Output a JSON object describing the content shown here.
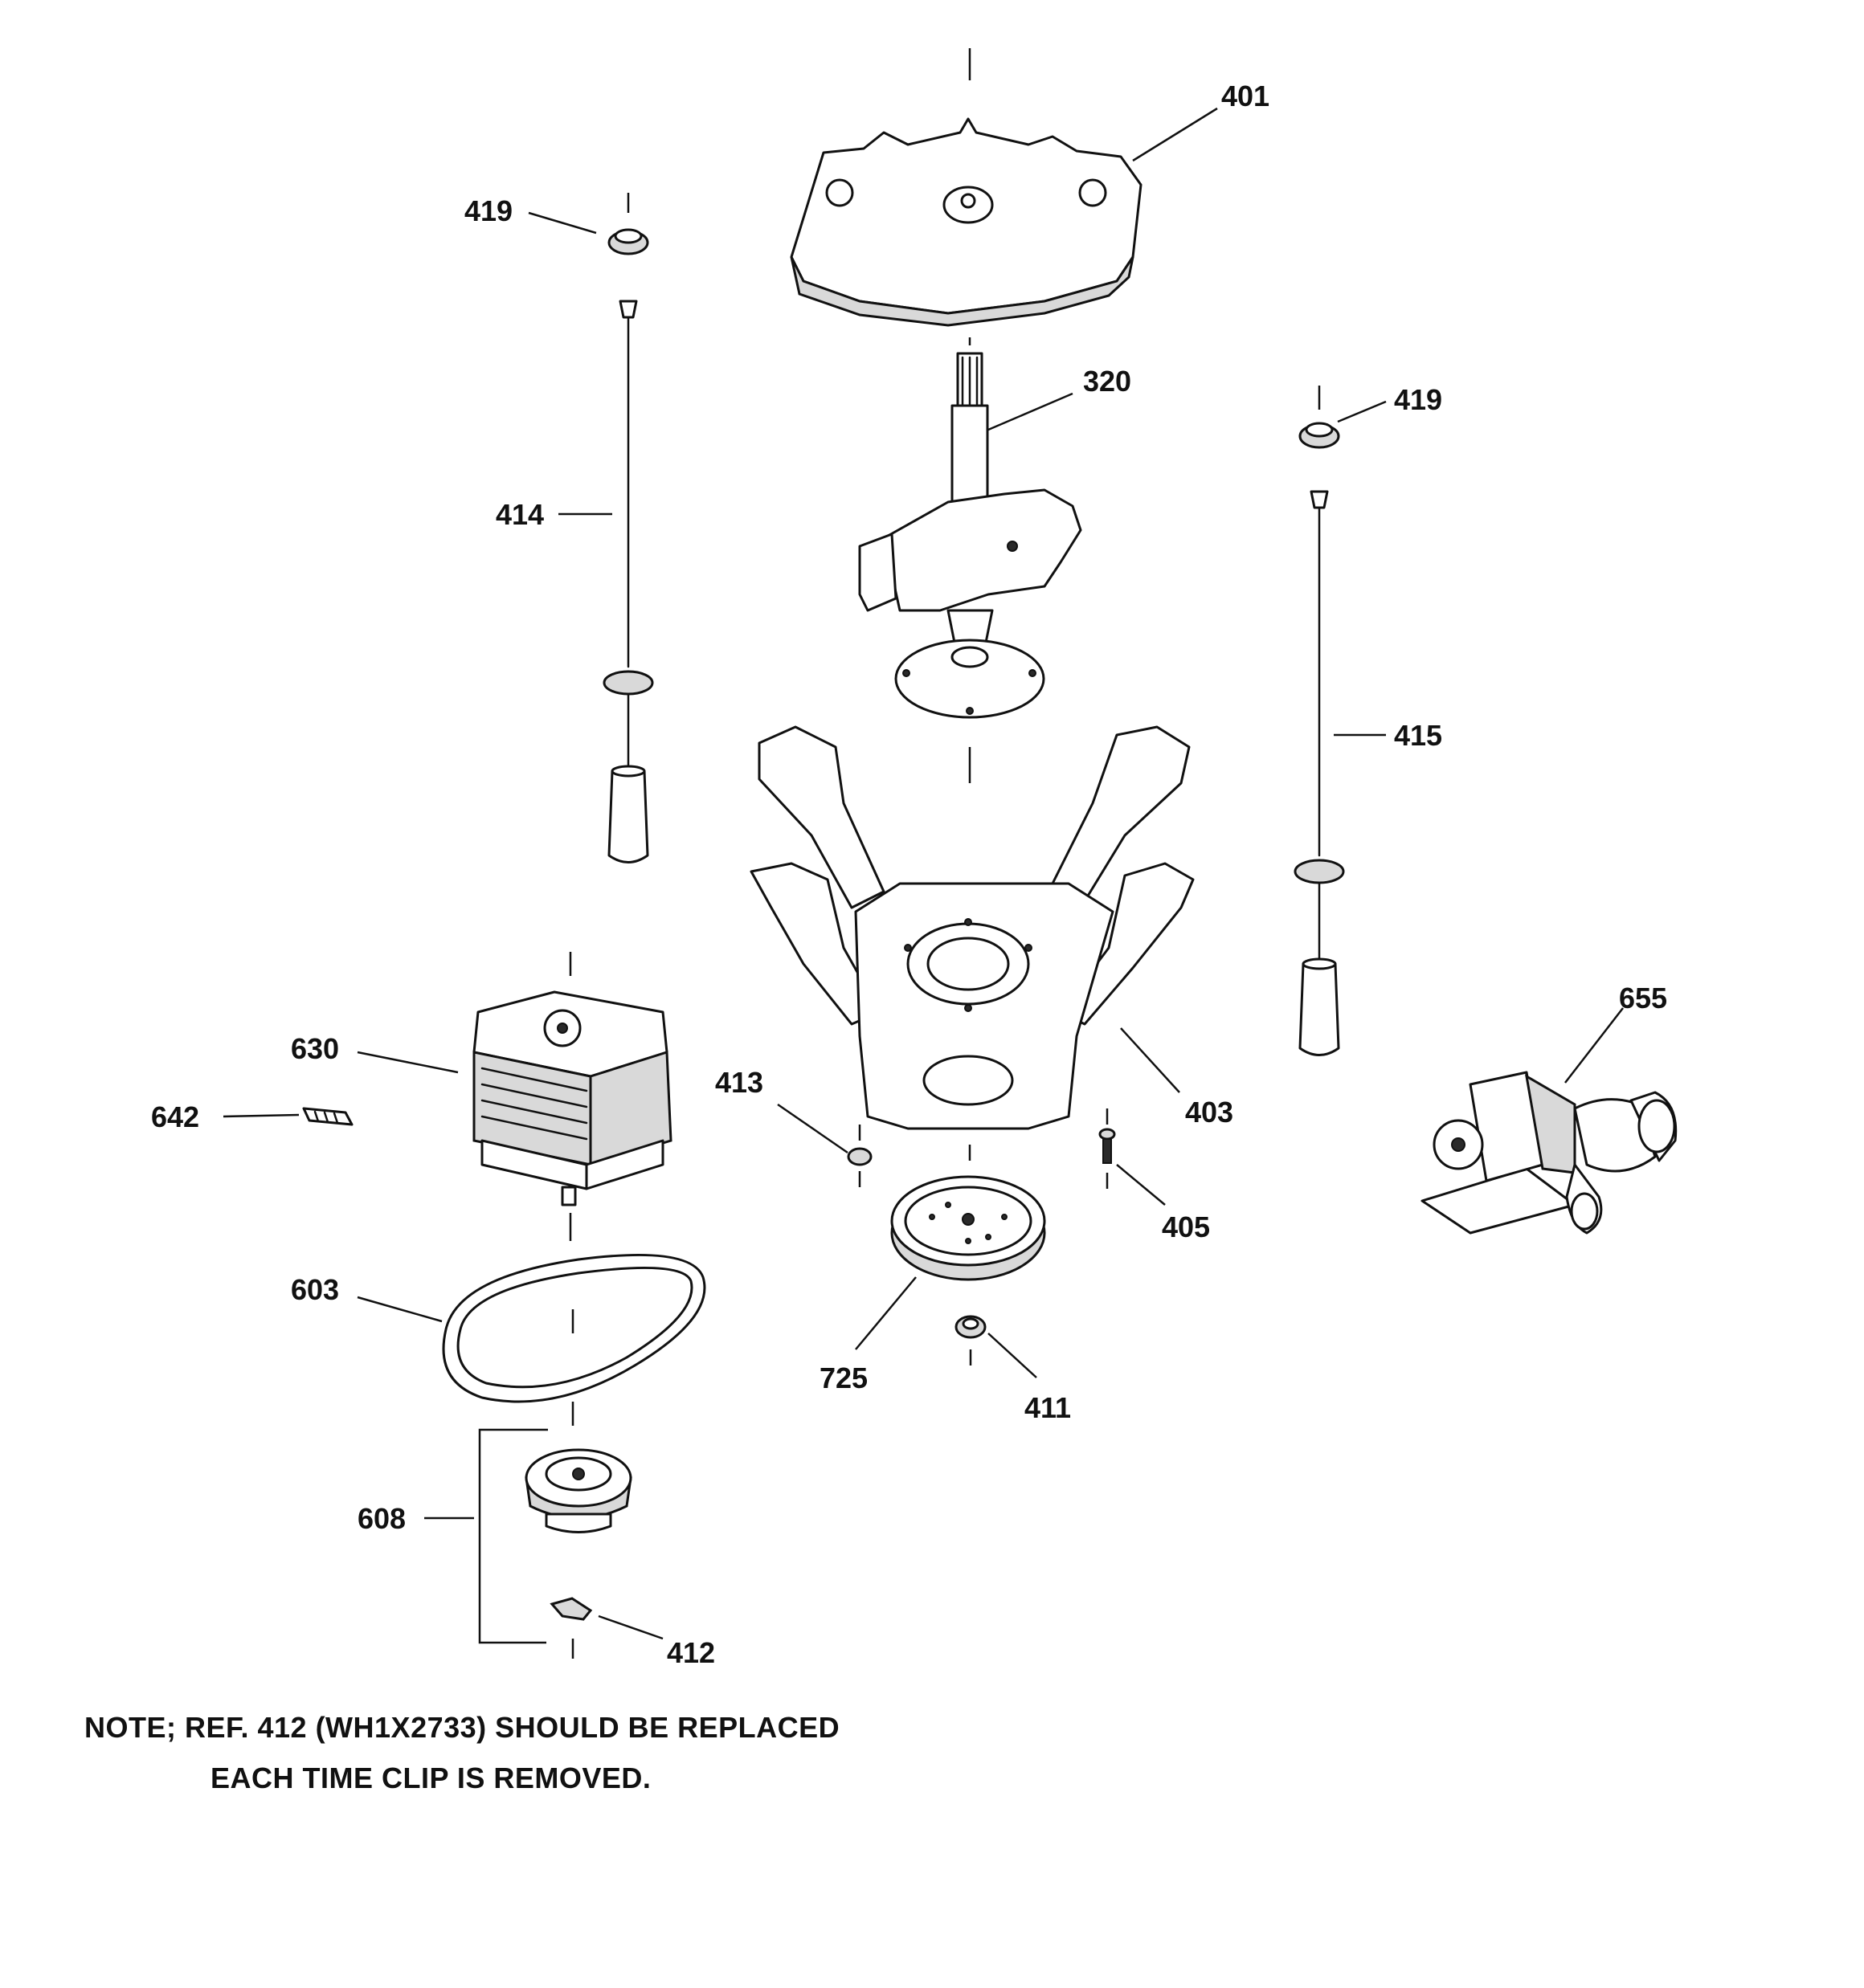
{
  "callouts": {
    "c401": "401",
    "c419a": "419",
    "c419b": "419",
    "c320": "320",
    "c414": "414",
    "c415": "415",
    "c403": "403",
    "c413": "413",
    "c405": "405",
    "c630": "630",
    "c642": "642",
    "c603": "603",
    "c725": "725",
    "c411": "411",
    "c608": "608",
    "c412": "412",
    "c655": "655"
  },
  "note": {
    "line1": "NOTE; REF. 412 (WH1X2733) SHOULD BE REPLACED",
    "line2": "EACH TIME CLIP IS REMOVED."
  }
}
